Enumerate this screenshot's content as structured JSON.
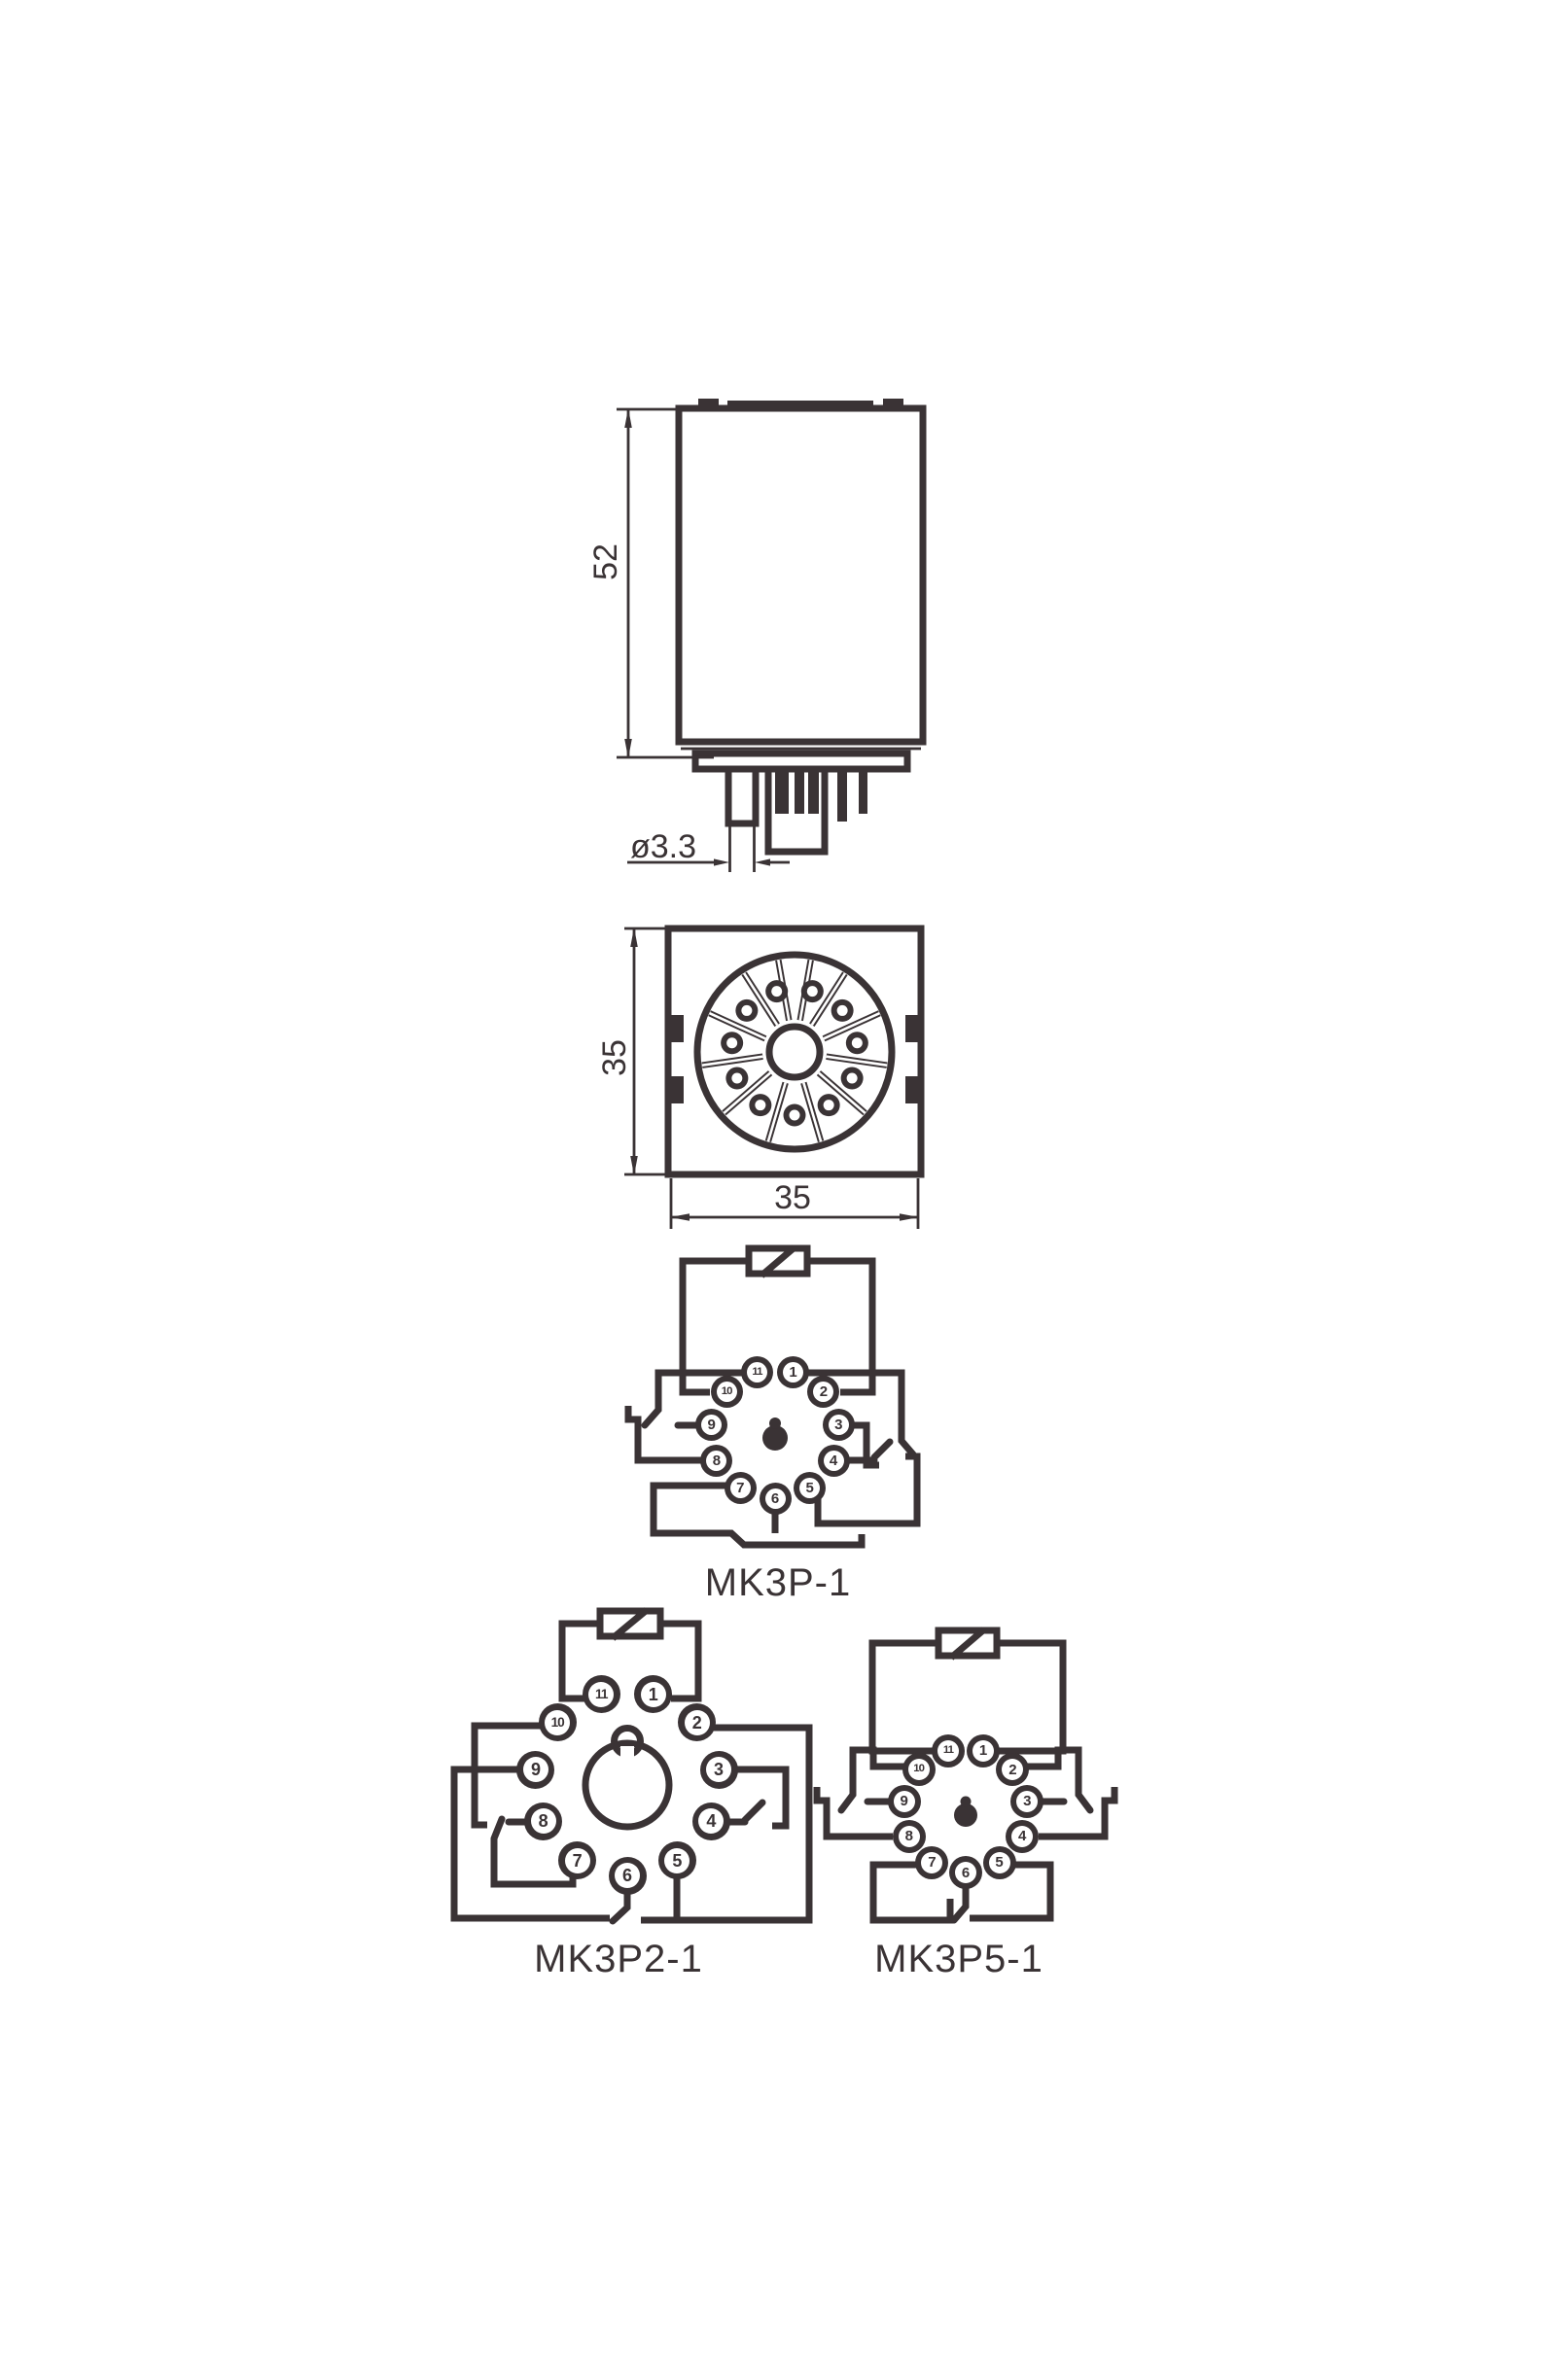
{
  "colors": {
    "ink": "#3a3335",
    "paper": "#ffffff"
  },
  "figures": {
    "side_view": {
      "name": "relay side view with dimensions",
      "height_dim": "52",
      "pin_dia_dim": "ø3.3"
    },
    "bottom_view": {
      "name": "relay bottom view with pin field",
      "height_dim": "35",
      "width_dim": "35",
      "pin_hole_count": 11
    },
    "sockets": [
      {
        "id": "mk3p1",
        "label": "MK3P-1",
        "pins": [
          "1",
          "2",
          "3",
          "4",
          "5",
          "6",
          "7",
          "8",
          "9",
          "10",
          "11"
        ]
      },
      {
        "id": "mk3p2",
        "label": "MK3P2-1",
        "pins": [
          "1",
          "2",
          "3",
          "4",
          "5",
          "6",
          "7",
          "8",
          "9",
          "10",
          "11"
        ]
      },
      {
        "id": "mk3p5",
        "label": "MK3P5-1",
        "pins": [
          "1",
          "2",
          "3",
          "4",
          "5",
          "6",
          "7",
          "8",
          "9",
          "10",
          "11"
        ]
      }
    ]
  }
}
